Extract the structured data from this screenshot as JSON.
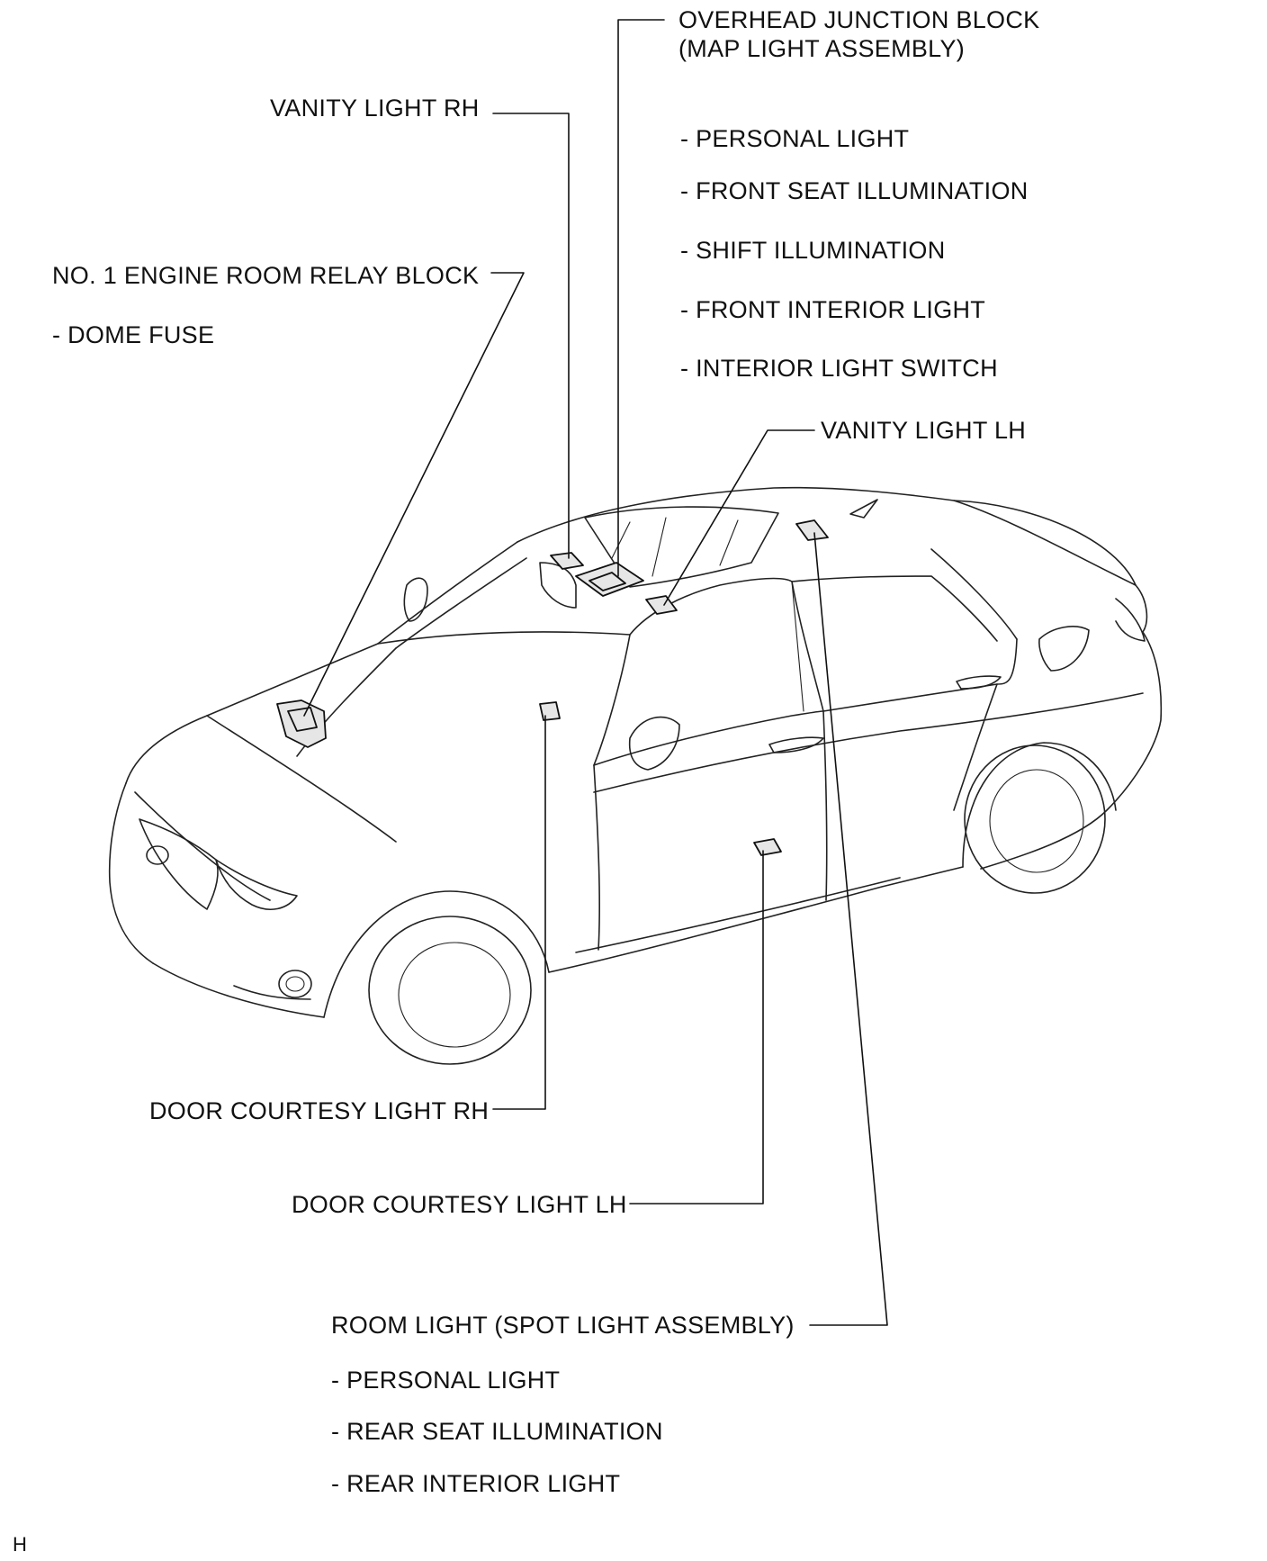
{
  "labels": {
    "overhead_junction": "OVERHEAD JUNCTION BLOCK",
    "map_light_assembly": "(MAP LIGHT ASSEMBLY)",
    "overhead_items": [
      "- PERSONAL LIGHT",
      "- FRONT SEAT ILLUMINATION",
      "- SHIFT ILLUMINATION",
      "- FRONT INTERIOR LIGHT",
      "- INTERIOR LIGHT SWITCH"
    ],
    "vanity_rh": "VANITY LIGHT RH",
    "vanity_lh": "VANITY LIGHT LH",
    "engine_relay": "NO. 1 ENGINE ROOM RELAY BLOCK",
    "dome_fuse": "- DOME FUSE",
    "door_courtesy_rh": "DOOR COURTESY LIGHT RH",
    "door_courtesy_lh": "DOOR COURTESY LIGHT LH",
    "room_light": "ROOM LIGHT  (SPOT LIGHT ASSEMBLY)",
    "room_items": [
      "- PERSONAL LIGHT",
      "- REAR SEAT ILLUMINATION",
      "- REAR INTERIOR LIGHT"
    ],
    "corner_mark": "H"
  }
}
